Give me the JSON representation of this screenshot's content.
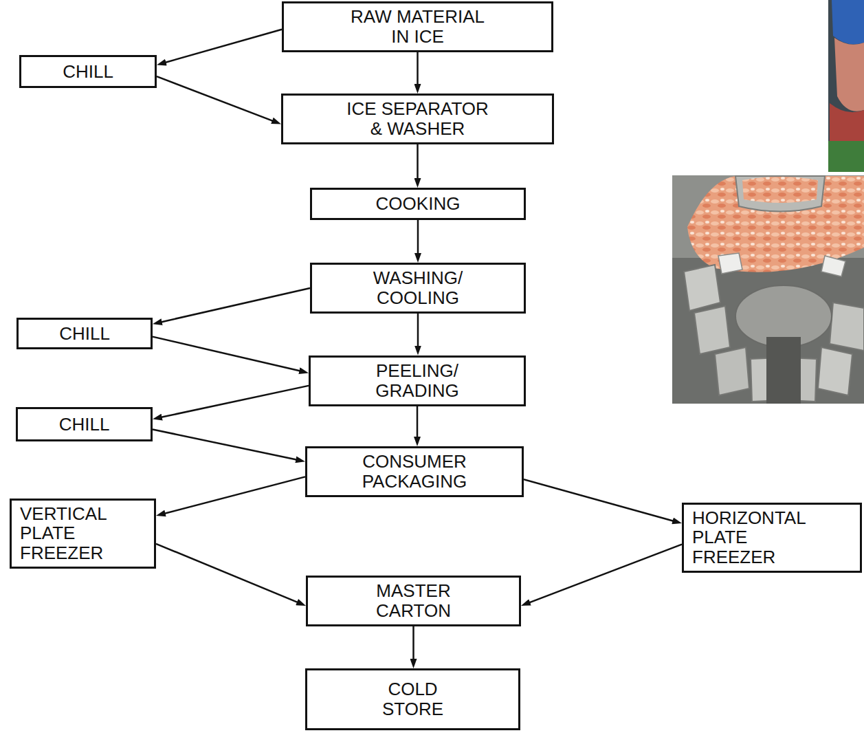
{
  "diagram": {
    "nodes": [
      {
        "text": [
          "RAW MATERIAL IN ICE"
        ]
      },
      {
        "text": [
          "CHILL"
        ]
      },
      {
        "text": [
          "ICE SEPARATOR & WASHER"
        ]
      },
      {
        "text": [
          "COOKING"
        ]
      },
      {
        "text": [
          "WASHING/ COOLING"
        ]
      },
      {
        "text": [
          "CHILL"
        ]
      },
      {
        "text": [
          "PEELING/ GRADING"
        ]
      },
      {
        "text": [
          "CHILL"
        ]
      },
      {
        "text": [
          "CONSUMER PACKAGING"
        ]
      },
      {
        "text": [
          "VERTICAL PLATE FREEZER"
        ]
      },
      {
        "text": [
          "HORIZONTAL PLATE FREEZER"
        ]
      },
      {
        "text": [
          "MASTER CARTON"
        ]
      },
      {
        "text": [
          "COLD STORE"
        ]
      }
    ],
    "edges": [
      {
        "from": 0,
        "to": 1,
        "arrow": "to"
      },
      {
        "from": 1,
        "to": 2,
        "arrow": "to"
      },
      {
        "from": 0,
        "to": 2,
        "arrow": "to"
      },
      {
        "from": 2,
        "to": 3,
        "arrow": "to"
      },
      {
        "from": 3,
        "to": 4,
        "arrow": "to"
      },
      {
        "from": 4,
        "to": 5,
        "arrow": "to"
      },
      {
        "from": 5,
        "to": 6,
        "arrow": "to"
      },
      {
        "from": 4,
        "to": 6,
        "arrow": "to"
      },
      {
        "from": 6,
        "to": 7,
        "arrow": "to"
      },
      {
        "from": 7,
        "to": 8,
        "arrow": "to"
      },
      {
        "from": 6,
        "to": 8,
        "arrow": "to"
      },
      {
        "from": 8,
        "to": 9,
        "arrow": "to"
      },
      {
        "from": 8,
        "to": 10,
        "arrow": "to"
      },
      {
        "from": 9,
        "to": 11,
        "arrow": "to"
      },
      {
        "from": 10,
        "to": 11,
        "arrow": "to"
      },
      {
        "from": 11,
        "to": 12,
        "arrow": "to"
      }
    ]
  }
}
